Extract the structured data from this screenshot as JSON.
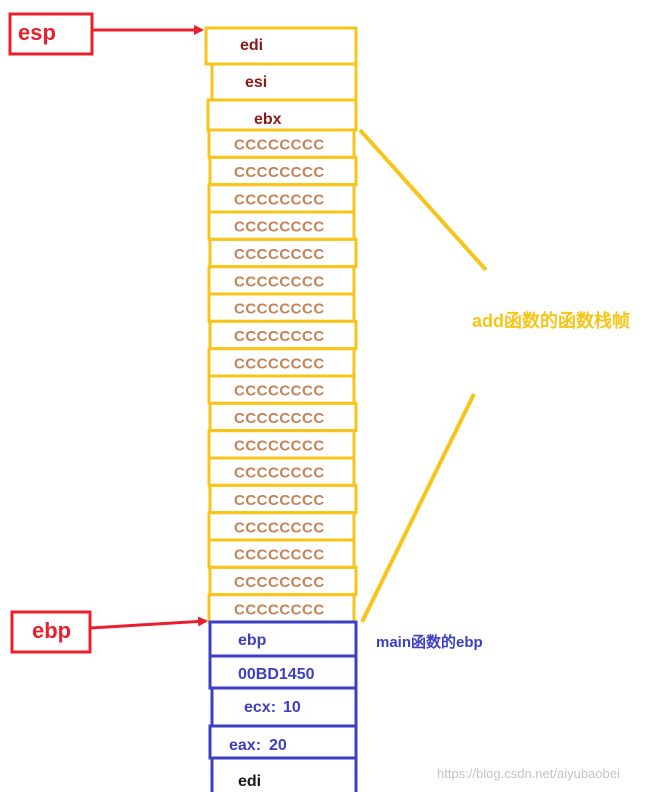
{
  "colors": {
    "red": "#e8202e",
    "yellow": "#f7c51a",
    "blue": "#3d3fc2",
    "dark_red_text": "#8b1a1a",
    "cc_text": "#c48256",
    "yellow_text": "#f7c51a",
    "watermark": "#c4c4c4"
  },
  "registers": {
    "esp": "esp",
    "ebp": "ebp"
  },
  "add_frame": {
    "top_cells": [
      "edi",
      "esi",
      "ebx"
    ],
    "fill_value": "CCCCCCCC",
    "fill_count": 18,
    "label": "add函数的函数栈帧"
  },
  "main_frame": {
    "cells": [
      {
        "name": "ebp",
        "value": ""
      },
      {
        "name": "00BD1450",
        "value": ""
      },
      {
        "name": "ecx:",
        "value": "10"
      },
      {
        "name": "eax:",
        "value": "20"
      },
      {
        "name": "edi",
        "value": ""
      }
    ],
    "label": "main函数的ebp"
  },
  "watermark": "https://blog.csdn.net/aiyubaobei"
}
